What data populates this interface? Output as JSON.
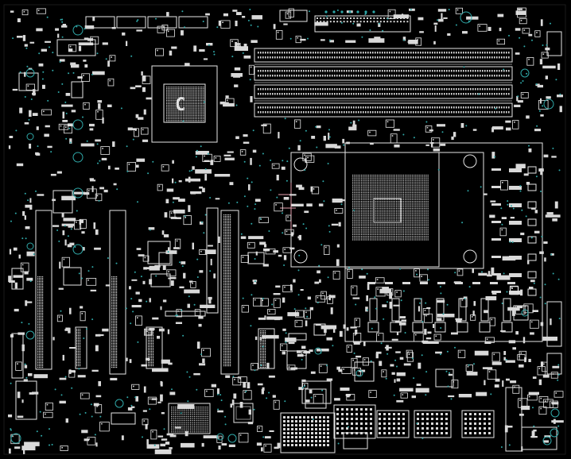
{
  "view": {
    "background": "#000000",
    "outline_color": "#e6e6e6",
    "pad_color": "#d9d9d9",
    "via_color": "#2fa8a8",
    "highlight_color": "#e8a0b0",
    "label_color": "#bfbfbf"
  },
  "labels": {
    "pch_marker": "C"
  },
  "components": {
    "pch_chip": "chipset-ic",
    "cpu_socket": "cpu-socket",
    "dimm_slots": "ddr-dimm-slot",
    "pcie_slots": "pcie-x16-slot",
    "io_ports": "rear-io-connector",
    "vrm_chokes": "vrm-choke"
  }
}
